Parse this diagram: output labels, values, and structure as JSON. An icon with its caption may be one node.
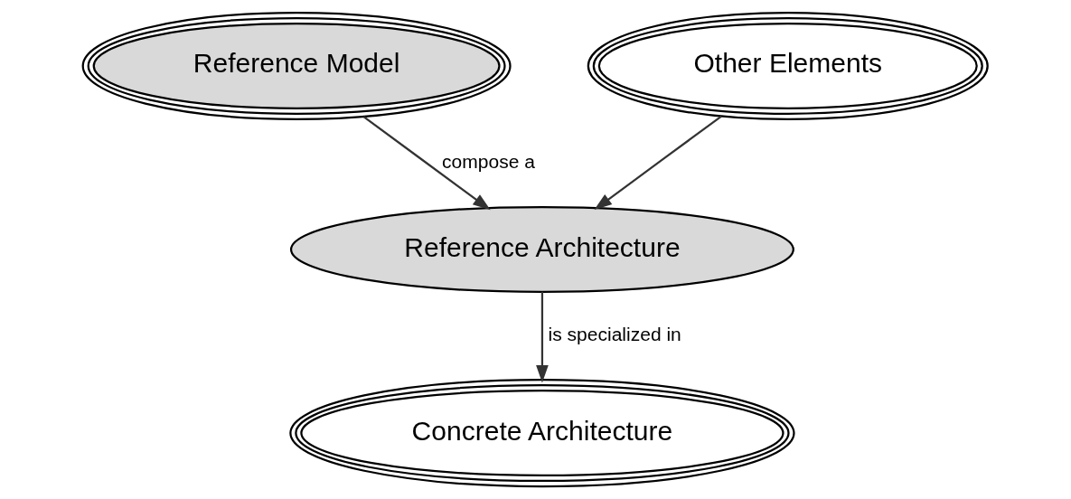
{
  "diagram": {
    "nodes": [
      {
        "text": [
          "Reference Model"
        ]
      },
      {
        "text": [
          "Other Elements"
        ]
      },
      {
        "text": [
          "Reference Architecture"
        ]
      },
      {
        "text": [
          "Concrete Architecture"
        ]
      }
    ],
    "edges": [
      {
        "from": 0,
        "to": 2,
        "arrow": "to",
        "label": "compose a"
      },
      {
        "from": 1,
        "to": 2,
        "arrow": "to"
      },
      {
        "from": 2,
        "to": 3,
        "arrow": "to",
        "label": "is specialized in"
      }
    ]
  }
}
